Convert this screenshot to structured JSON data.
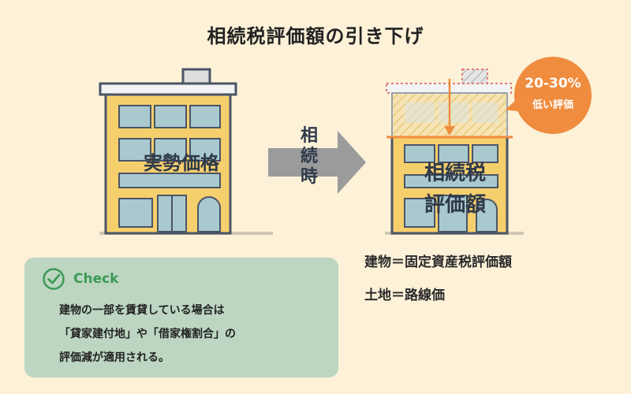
{
  "title": "相続税評価額の引き下げ",
  "left_building": {
    "label": "実勢価格"
  },
  "arrow": {
    "label_chars": [
      "相",
      "続",
      "時"
    ]
  },
  "right_building": {
    "label_line1": "相続税",
    "label_line2": "評価額"
  },
  "badge": {
    "percent": "20-30%",
    "text": "低い評価"
  },
  "formulas": [
    "建物＝固定資産税評価額",
    "土地＝路線価"
  ],
  "check": {
    "title": "Check",
    "lines": [
      "建物の一部を賃貸している場合は",
      "「貸家建付地」や「借家権割合」の",
      "評価減が適用される。"
    ]
  },
  "colors": {
    "background": "#fdf1d8",
    "building_fill": "#f6cf6d",
    "building_outline": "#4a5566",
    "window": "#a9c9cf",
    "arrow": "#9b9b9b",
    "accent": "#ef8c3e",
    "check_bg": "#bcd6c2",
    "check_accent": "#3c9a55"
  }
}
